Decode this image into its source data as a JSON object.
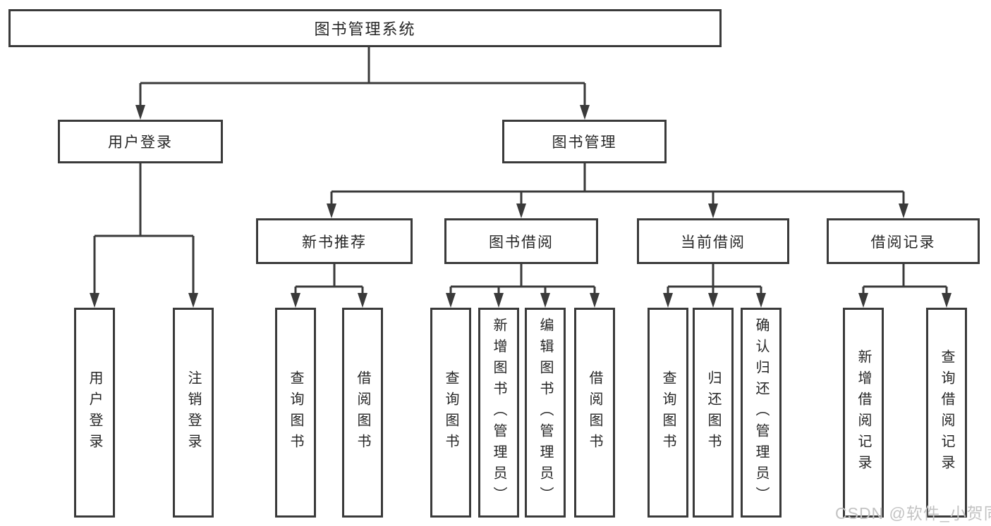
{
  "tree": {
    "root": {
      "label": "图书管理系统"
    },
    "branches": [
      {
        "label": "用户登录",
        "children": [
          {
            "label": "用户登录"
          },
          {
            "label": "注销登录"
          }
        ]
      },
      {
        "label": "图书管理",
        "children": [
          {
            "label": "新书推荐",
            "children": [
              {
                "label": "查询图书"
              },
              {
                "label": "借阅图书"
              }
            ]
          },
          {
            "label": "图书借阅",
            "children": [
              {
                "label": "查询图书"
              },
              {
                "label": "新增图书（管理员）"
              },
              {
                "label": "编辑图书（管理员）"
              },
              {
                "label": "借阅图书"
              }
            ]
          },
          {
            "label": "当前借阅",
            "children": [
              {
                "label": "查询图书"
              },
              {
                "label": "归还图书"
              },
              {
                "label": "确认归还（管理员）"
              }
            ]
          },
          {
            "label": "借阅记录",
            "children": [
              {
                "label": "新增借阅记录"
              },
              {
                "label": "查询借阅记录"
              }
            ]
          }
        ]
      }
    ]
  },
  "watermark": {
    "text": "CSDN @软件_小贺同学"
  },
  "colors": {
    "line": "#3a3a3a",
    "text": "#262626",
    "background": "#ffffff",
    "watermark": "#c3c3c3"
  }
}
